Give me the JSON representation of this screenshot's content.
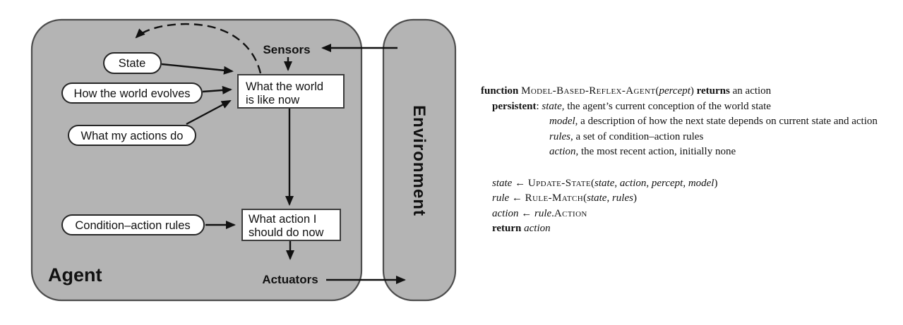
{
  "colors": {
    "panel_fill": "#b4b4b4",
    "panel_stroke": "#4d4d4d",
    "node_fill": "#ffffff",
    "node_stroke": "#262626",
    "arrow": "#111111",
    "text": "#111111",
    "background": "#ffffff"
  },
  "diagram": {
    "agent_label": "Agent",
    "environment_label": "Environment",
    "sensors_label": "Sensors",
    "actuators_label": "Actuators",
    "ovals": {
      "state": "State",
      "evolves": "How the world evolves",
      "actions": "What my actions do",
      "rules": "Condition–action rules"
    },
    "boxes": {
      "world": {
        "line1": "What the world",
        "line2": "is like now"
      },
      "action": {
        "line1": "What action I",
        "line2": "should do now"
      }
    }
  },
  "pseudocode": {
    "lines": [
      {
        "indent": 0,
        "gap": false,
        "segments": [
          {
            "s": "b",
            "t": "function "
          },
          {
            "s": "sc",
            "t": "Model-Based-Reflex-Agent"
          },
          {
            "s": "r",
            "t": "("
          },
          {
            "s": "i",
            "t": "percept"
          },
          {
            "s": "r",
            "t": ") "
          },
          {
            "s": "b",
            "t": "returns"
          },
          {
            "s": "r",
            "t": " an action"
          }
        ]
      },
      {
        "indent": 1,
        "gap": false,
        "segments": [
          {
            "s": "b",
            "t": "persistent"
          },
          {
            "s": "r",
            "t": ": "
          },
          {
            "s": "i",
            "t": "state"
          },
          {
            "s": "r",
            "t": ", the agent’s current conception of the world state"
          }
        ]
      },
      {
        "indent": 2,
        "gap": false,
        "segments": [
          {
            "s": "i",
            "t": "model"
          },
          {
            "s": "r",
            "t": ", a description of how the next state depends on current state and action"
          }
        ]
      },
      {
        "indent": 2,
        "gap": false,
        "segments": [
          {
            "s": "i",
            "t": "rules"
          },
          {
            "s": "r",
            "t": ", a set of condition–action rules"
          }
        ]
      },
      {
        "indent": 2,
        "gap": false,
        "segments": [
          {
            "s": "i",
            "t": "action"
          },
          {
            "s": "r",
            "t": ", the most recent action, initially none"
          }
        ]
      },
      {
        "indent": 1,
        "gap": true,
        "segments": [
          {
            "s": "i",
            "t": "state"
          },
          {
            "s": "r",
            "t": " ← "
          },
          {
            "s": "sc",
            "t": "Update-State"
          },
          {
            "s": "r",
            "t": "("
          },
          {
            "s": "i",
            "t": "state"
          },
          {
            "s": "r",
            "t": ", "
          },
          {
            "s": "i",
            "t": "action"
          },
          {
            "s": "r",
            "t": ", "
          },
          {
            "s": "i",
            "t": "percept"
          },
          {
            "s": "r",
            "t": ", "
          },
          {
            "s": "i",
            "t": "model"
          },
          {
            "s": "r",
            "t": ")"
          }
        ]
      },
      {
        "indent": 1,
        "gap": false,
        "segments": [
          {
            "s": "i",
            "t": "rule"
          },
          {
            "s": "r",
            "t": " ← "
          },
          {
            "s": "sc",
            "t": "Rule-Match"
          },
          {
            "s": "r",
            "t": "("
          },
          {
            "s": "i",
            "t": "state"
          },
          {
            "s": "r",
            "t": ", "
          },
          {
            "s": "i",
            "t": "rules"
          },
          {
            "s": "r",
            "t": ")"
          }
        ]
      },
      {
        "indent": 1,
        "gap": false,
        "segments": [
          {
            "s": "i",
            "t": "action"
          },
          {
            "s": "r",
            "t": " ← "
          },
          {
            "s": "i",
            "t": "rule"
          },
          {
            "s": "r",
            "t": "."
          },
          {
            "s": "sc",
            "t": "Action"
          }
        ]
      },
      {
        "indent": 1,
        "gap": false,
        "segments": [
          {
            "s": "b",
            "t": "return"
          },
          {
            "s": "r",
            "t": " "
          },
          {
            "s": "i",
            "t": "action"
          }
        ]
      }
    ]
  }
}
